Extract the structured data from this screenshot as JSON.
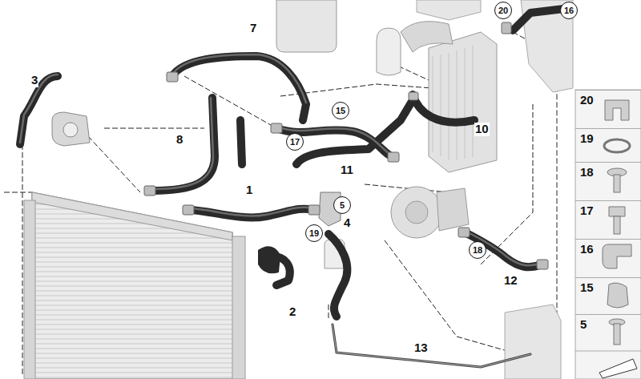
{
  "diagram": {
    "nodes": [
      {
        "text": [
          "20"
        ]
      },
      {
        "text": [
          "16"
        ]
      },
      {
        "text": [
          "15"
        ]
      },
      {
        "text": [
          "17"
        ]
      },
      {
        "text": [
          "5"
        ]
      },
      {
        "text": [
          "19"
        ]
      },
      {
        "text": [
          "18"
        ]
      },
      {
        "text": [
          "20"
        ]
      },
      {
        "text": [
          "19"
        ]
      },
      {
        "text": [
          "18"
        ]
      },
      {
        "text": [
          "17"
        ]
      },
      {
        "text": [
          "16"
        ]
      },
      {
        "text": [
          "15"
        ]
      },
      {
        "text": [
          "5"
        ]
      }
    ],
    "edges": [],
    "labels": [
      "3",
      "7",
      "8",
      "1",
      "11",
      "10",
      "4",
      "2",
      "12",
      "13"
    ]
  }
}
